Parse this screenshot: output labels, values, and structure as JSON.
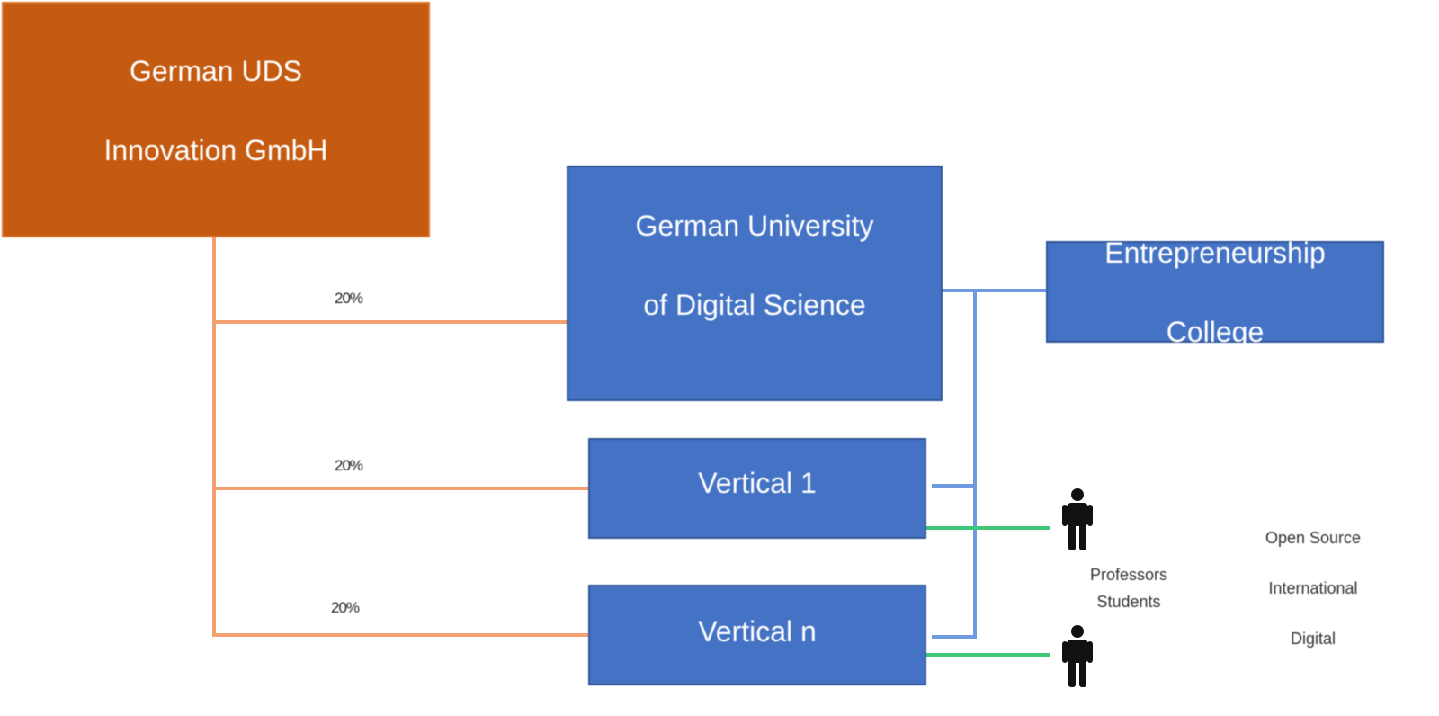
{
  "parent": {
    "line1": "German UDS",
    "line2": "Innovation GmbH"
  },
  "university": {
    "line1": "German University",
    "line2": "of Digital Science"
  },
  "college": {
    "line1": "Entrepreneurship",
    "line2": "College"
  },
  "verticals": [
    {
      "label": "Vertical 1"
    },
    {
      "label": "Vertical n"
    }
  ],
  "shares": [
    "20%",
    "20%",
    "20%"
  ],
  "people": {
    "line1": "Professors",
    "line2": "Students"
  },
  "attributes": [
    "Open Source",
    "International",
    "Digital"
  ],
  "colors": {
    "parent_fill": "#c55a11",
    "entity_fill": "#4472c4",
    "ownership_line": "#f4a070",
    "org_line": "#6f9ae0",
    "people_line": "#3ec878"
  },
  "icons": [
    "person-icon",
    "person-icon"
  ]
}
